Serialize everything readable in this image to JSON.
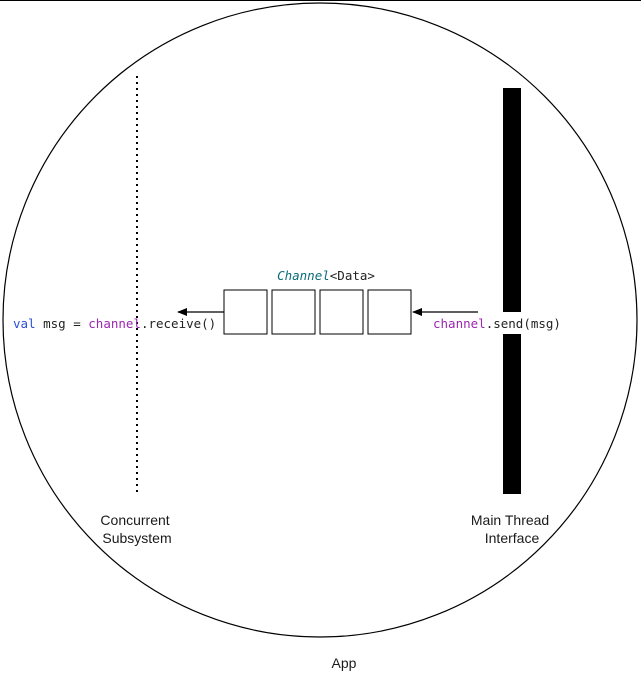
{
  "diagram": {
    "container_label": "App",
    "channel": {
      "type_name": "Channel",
      "type_param": "<Data>"
    },
    "left_lane": {
      "label_line1": "Concurrent",
      "label_line2": "Subsystem"
    },
    "right_lane": {
      "label_line1": "Main Thread",
      "label_line2": "Interface"
    },
    "receive_code": {
      "keyword": "val",
      "assign": " msg = ",
      "receiver": "channel",
      "call": ".receive()"
    },
    "send_code": {
      "receiver": "channel",
      "call": ".send(msg)"
    },
    "colors": {
      "keyword": "#2a4fd6",
      "identifier": "#9c27b0",
      "type": "#0b6b7a",
      "stroke": "#000000"
    }
  }
}
